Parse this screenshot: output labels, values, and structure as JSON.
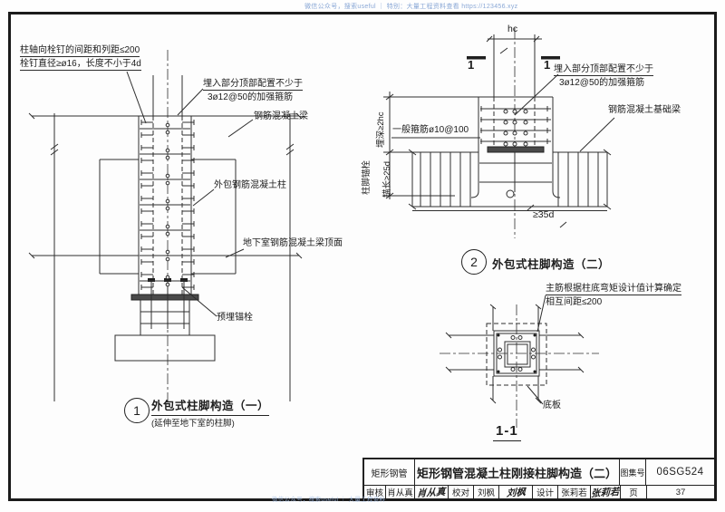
{
  "watermark_top": "微信公众号，搜索useful ｜ 特别：大量工程资料查看 https://123456.xyz",
  "watermark_bottom": "微信公众号，搜索useful ｜ 大量工程资料",
  "diagram1": {
    "note_stud_spacing_1": "柱轴向栓钉的间距和列距≤200",
    "note_stud_spacing_2": "栓钉直径≥ø16，长度不小于4d",
    "note_top_hoops_1": "埋入部分顶部配置不少于",
    "note_top_hoops_2": "3ø12@50的加强箍筋",
    "label_rc_beam": "钢筋混凝土梁",
    "label_encased_column": "外包钢筋混凝土柱",
    "label_basement_beam_top": "地下室钢筋混凝土梁顶面",
    "label_embedded_anchor_bolt": "预埋锚栓",
    "bubble": "1",
    "title": "外包式柱脚构造（一）",
    "subtitle": "(延伸至地下室的柱脚)"
  },
  "diagram2": {
    "dim_hc": "hc",
    "section_mark_left": "1",
    "section_mark_right": "1",
    "note_top_hoops_1": "埋入部分顶部配置不少于",
    "note_top_hoops_2": "3ø12@50的加强箍筋",
    "label_general_hoops": "一般箍筋ø10@100",
    "label_rc_foundation_beam": "钢筋混凝土基础梁",
    "dim_embed_depth": "埋深≥2hc",
    "label_column_anchor_bolt": "柱脚锚栓",
    "dim_anchor_length": "锚长≥25d",
    "dim_min_35d": "≥35d",
    "bubble": "2",
    "title": "外包式柱脚构造（二）"
  },
  "section_1_1": {
    "note_main_bars_1": "主筋根据柱底弯矩设计值计算确定",
    "note_main_bars_2": "相互间距≤200",
    "label_base_plate": "底板",
    "title": "1-1"
  },
  "title_block": {
    "category": "矩形钢管",
    "sheet_title": "矩形钢管混凝土柱刚接柱脚构造（二）",
    "atlas_no_label": "图集号",
    "atlas_no": "06SG524",
    "review_label": "审核",
    "reviewer": "肖从真",
    "reviewer_signature": "肖从真",
    "proof_label": "校对",
    "proofreader": "刘枫",
    "proofreader_signature": "刘枫",
    "design_label": "设计",
    "designer": "张莉若",
    "designer_signature": "张莉若",
    "page_label": "页",
    "page_no": "37"
  }
}
